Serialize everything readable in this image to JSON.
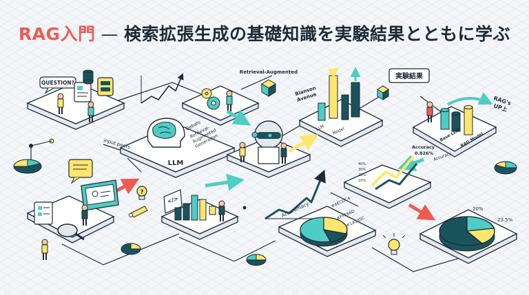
{
  "header": {
    "title_accent": "RAG入門",
    "title_dash": "—",
    "title_rest": "検索拡張生成の基礎知識を実験結果とともに学ぶ"
  },
  "labels": {
    "question": "QUESTION?",
    "input_peers": "input peers",
    "llm": "LLM",
    "debats": "Debats",
    "retrieval_augmented_gen_1": "Retrieval-",
    "retrieval_augmented_gen_2": "Augmented",
    "retrieval_augmented_gen_3": "Generation",
    "retrieval_augmented": "Retrieval-Augmented",
    "bianson_1": "Bianson",
    "bianson_2": "Avenue",
    "llm_small": "LLM",
    "model_small": "Model",
    "jikken_kekka": "実験結果",
    "rags_up_1": "RAG's",
    "rags_up_2": "UP上",
    "base_llm": "Base LLM",
    "rag_model": "RAG Model",
    "accuracy_val_1": "Accuracy",
    "accuracy_val_2": "0.826%",
    "accuracy_arrow": "Accuracy",
    "accuremacy": "Accuremacy",
    "code_tag": "</>",
    "pie_label_1": "#4ECDC4",
    "pie_label_2": "#FFE66D",
    "pie_label_3": "#1A535C",
    "pct_20": "20%",
    "pct_235": "23.5%",
    "tick_40": "40%",
    "tick_30": "30%",
    "tick_20": "20%",
    "tick_10": "10%"
  },
  "colors": {
    "accent": "#ef5a52",
    "teal": "#4ecdc4",
    "yellow": "#ffe66d",
    "dark_teal": "#1a535c",
    "ink": "#1e2a36"
  }
}
